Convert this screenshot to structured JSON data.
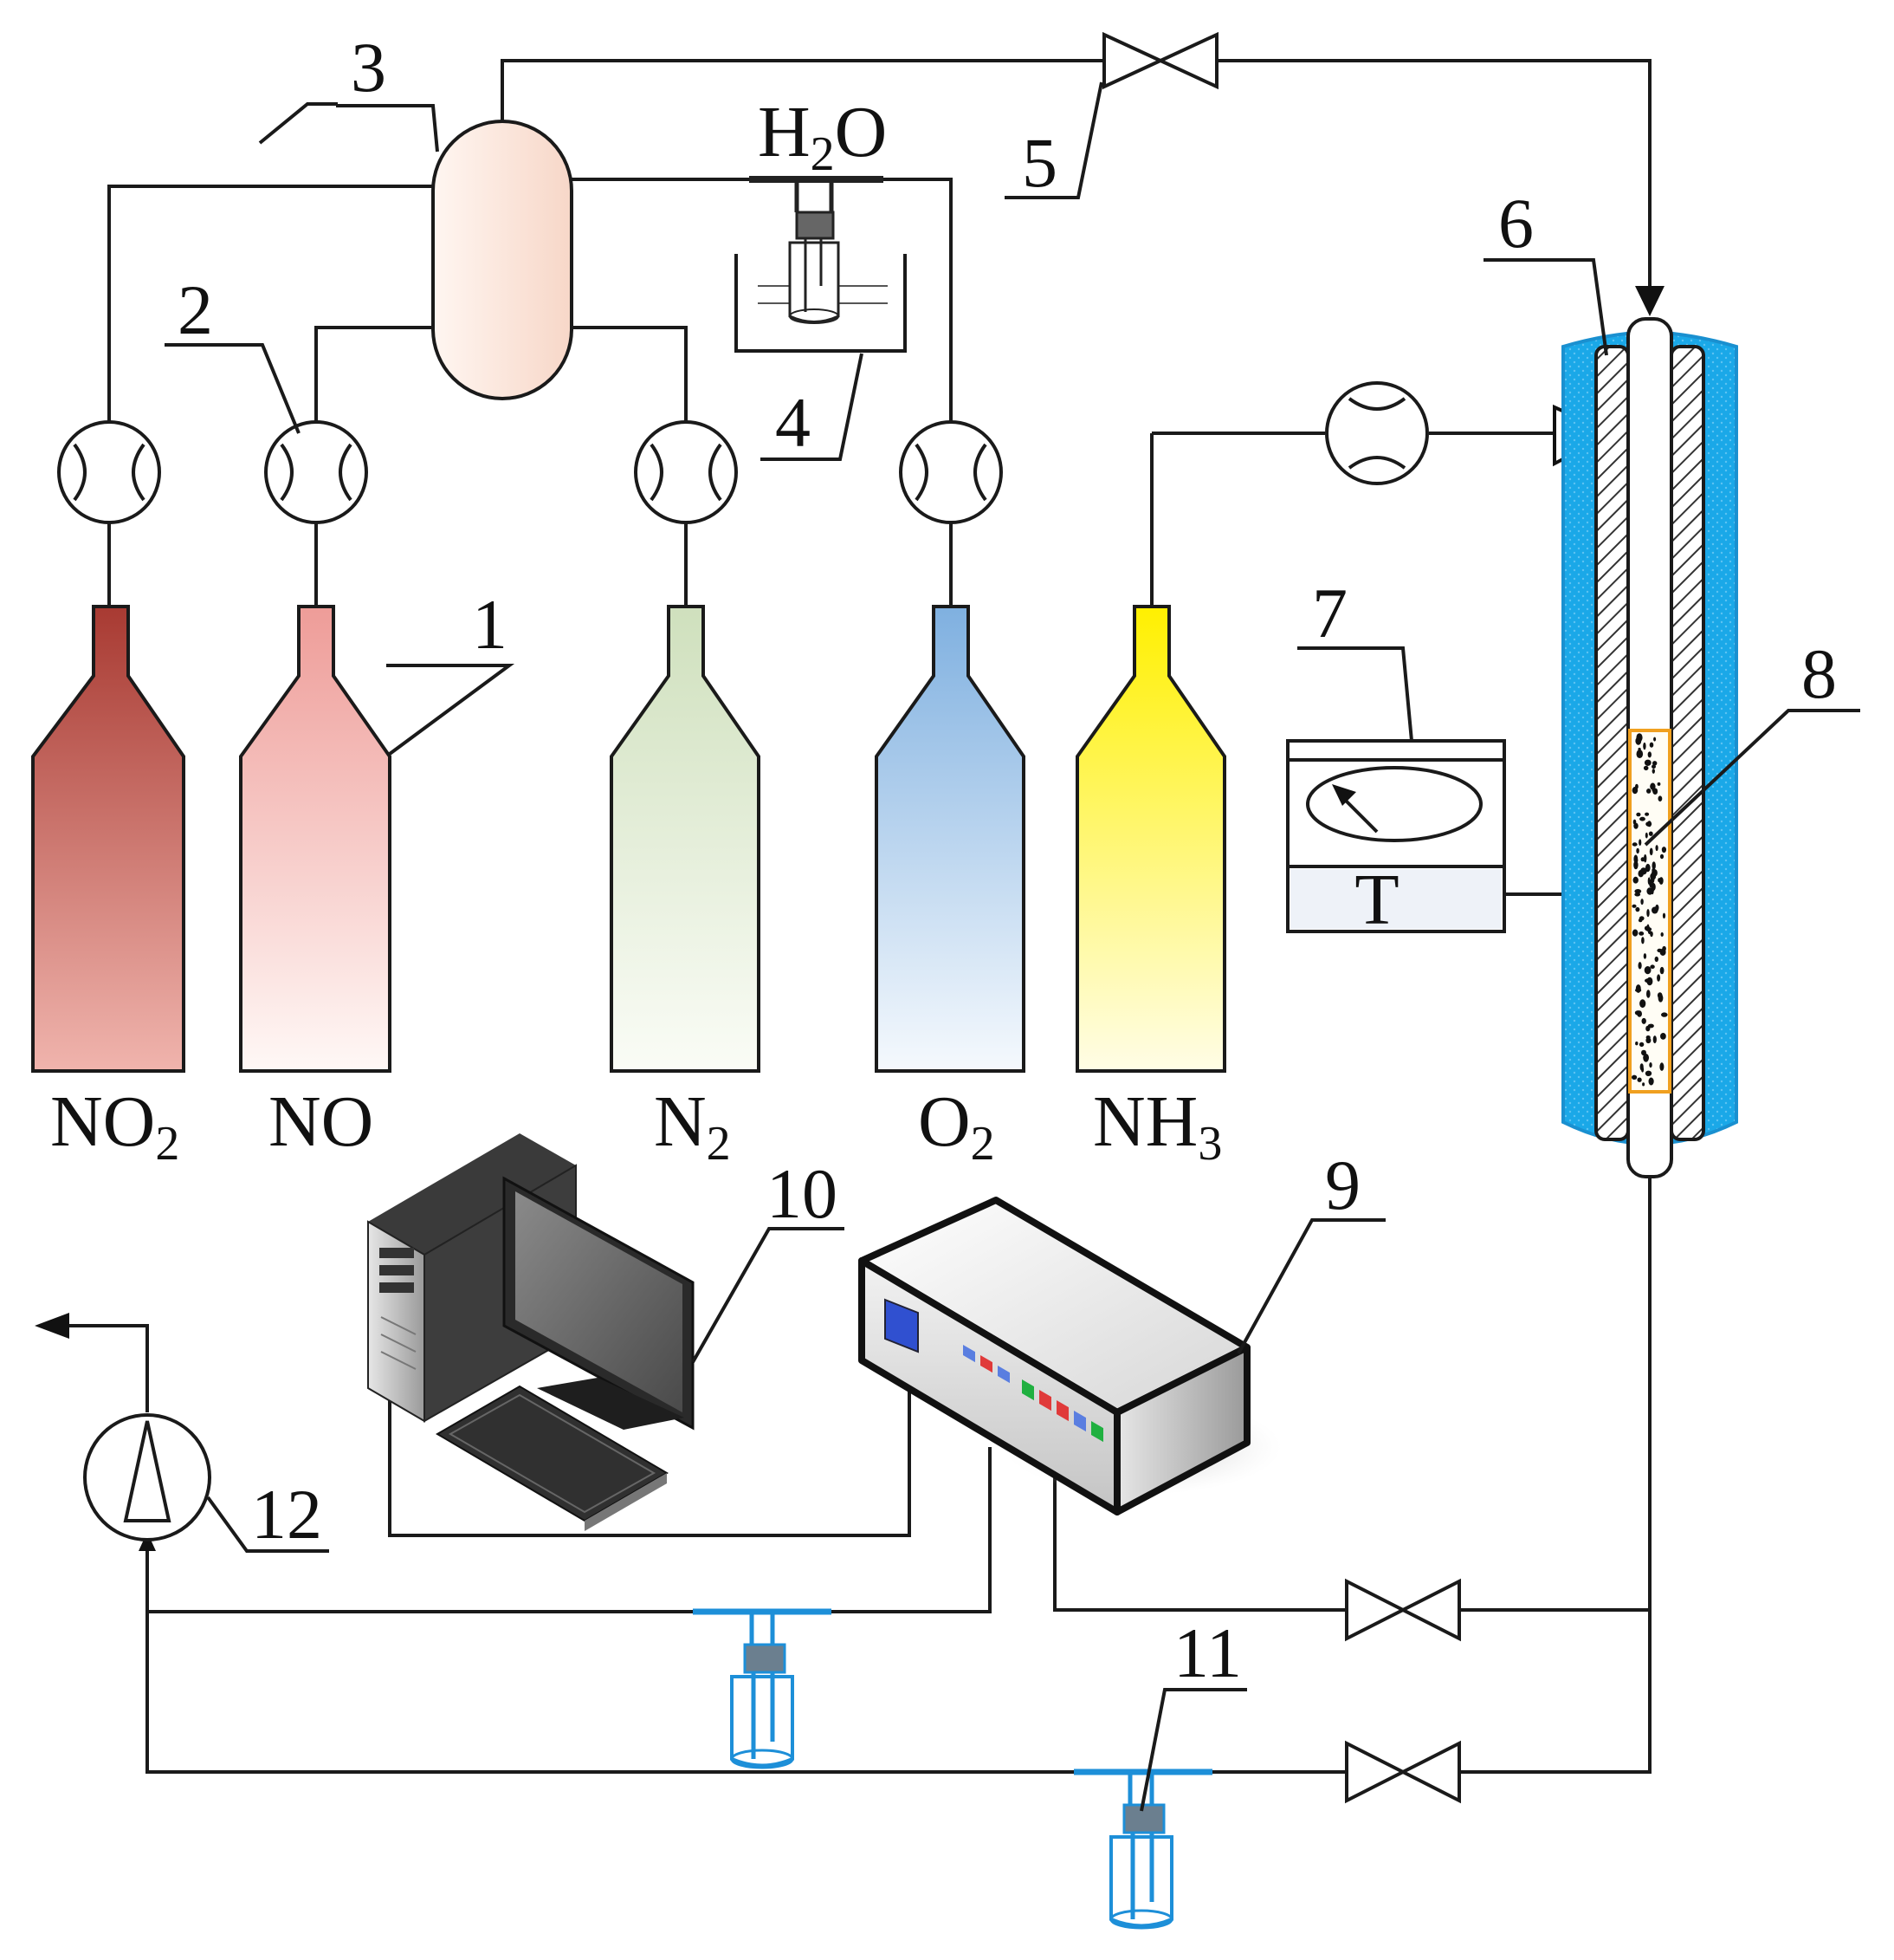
{
  "gases": [
    {
      "id": "no2",
      "formula": "NO",
      "sub": "2",
      "top": "#a83a32",
      "bottom": "#f0b4ad"
    },
    {
      "id": "no",
      "formula": "NO",
      "sub": "",
      "top": "#ee9c98",
      "bottom": "#fff8f6"
    },
    {
      "id": "n2",
      "formula": "N",
      "sub": "2",
      "top": "#cfe0bd",
      "bottom": "#fafcf6"
    },
    {
      "id": "o2",
      "formula": "O",
      "sub": "2",
      "top": "#7fb0e0",
      "bottom": "#f5f9fd"
    },
    {
      "id": "nh3",
      "formula": "NH",
      "sub": "3",
      "top": "#fff000",
      "bottom": "#fffde6"
    }
  ],
  "water": {
    "pre": "H",
    "sub": "2",
    "post": "O"
  },
  "thermo_letter": "T",
  "numbers": [
    "1",
    "2",
    "3",
    "4",
    "5",
    "6",
    "7",
    "8",
    "9",
    "10",
    "11",
    "12"
  ],
  "colors": {
    "jacket": "#1aa8e8",
    "mixer": "#fbe6de",
    "catalyst_border": "#f0a020",
    "glassware": "#1d8fd8"
  }
}
